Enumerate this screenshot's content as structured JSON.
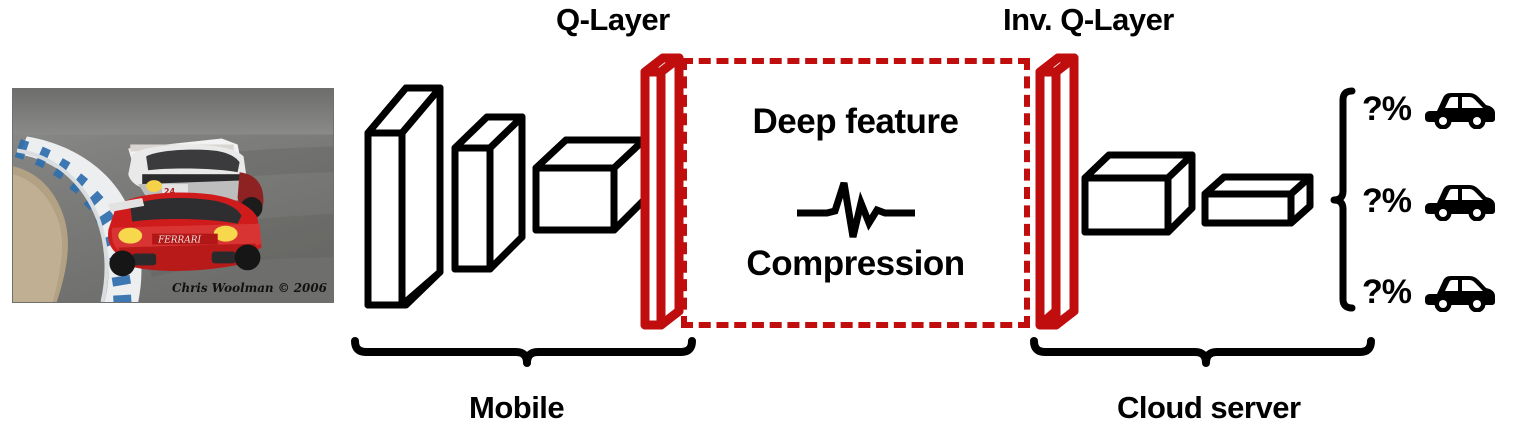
{
  "diagram": {
    "title_left": "Q-Layer",
    "title_right": "Inv. Q-Layer",
    "footer_left": "Mobile",
    "footer_right": "Cloud server",
    "colors": {
      "quantization_layer_red": "#c00d0d",
      "outline_black": "#000000",
      "background": "#ffffff"
    }
  },
  "input_photo": {
    "caption": "Chris Woolman © 2006",
    "scene": "race cars on track"
  },
  "compression_block": {
    "line1": "Deep feature",
    "icon": "waveform-signal-icon",
    "line2": "Compression",
    "border_style": "dashed",
    "border_color": "#c00d0d"
  },
  "mobile_stage": {
    "label": "Mobile",
    "layers": [
      {
        "name": "conv-layer-1",
        "shape": "tall-thin-slab"
      },
      {
        "name": "conv-layer-2",
        "shape": "tall-slab"
      },
      {
        "name": "conv-layer-3",
        "shape": "cube"
      },
      {
        "name": "q-layer",
        "shape": "thin-red-slab",
        "color": "#c00d0d"
      }
    ]
  },
  "cloud_stage": {
    "label": "Cloud server",
    "layers": [
      {
        "name": "inv-q-layer",
        "shape": "thin-red-slab",
        "color": "#c00d0d"
      },
      {
        "name": "conv-layer-4",
        "shape": "wide-box"
      },
      {
        "name": "conv-layer-5",
        "shape": "flat-box"
      }
    ]
  },
  "predictions": {
    "bracket": "curly-brace",
    "rows": [
      {
        "percent": "?%",
        "icon": "car-icon"
      },
      {
        "percent": "?%",
        "icon": "car-icon"
      },
      {
        "percent": "?%",
        "icon": "car-icon"
      }
    ]
  }
}
